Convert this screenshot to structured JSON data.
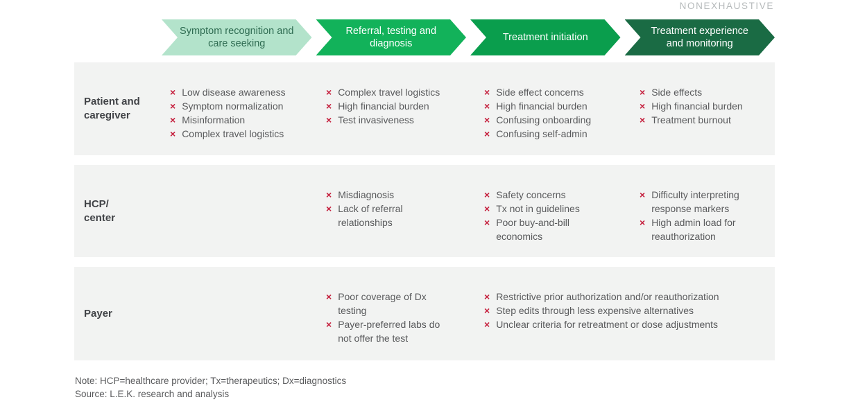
{
  "tag": "NONEXHAUSTIVE",
  "icons": {
    "x_mark": "×"
  },
  "colors": {
    "stage1_fill": "#b3e3cb",
    "stage1_text": "#2e6b51",
    "stage2_fill": "#12b25a",
    "stage3_fill": "#0a9e4d",
    "stage4_fill": "#1a6b44",
    "row_panel": "#f2f3f2",
    "x_mark": "#c5203e",
    "body_text": "#595a5c"
  },
  "stages": [
    {
      "label": "Symptom recognition and care seeking"
    },
    {
      "label": "Referral, testing and diagnosis"
    },
    {
      "label": "Treatment initiation"
    },
    {
      "label": "Treatment experience and monitoring"
    }
  ],
  "rows": [
    {
      "label": "Patient and\ncaregiver",
      "cells": [
        [
          "Low disease awareness",
          "Symptom normalization",
          "Misinformation",
          "Complex travel logistics"
        ],
        [
          "Complex travel logistics",
          "High financial burden",
          "Test invasiveness"
        ],
        [
          "Side effect concerns",
          "High financial burden",
          "Confusing onboarding",
          "Confusing self-admin"
        ],
        [
          "Side effects",
          "High financial burden",
          "Treatment burnout"
        ]
      ]
    },
    {
      "label": "HCP/\ncenter",
      "cells": [
        [],
        [
          "Misdiagnosis",
          "Lack of referral relationships"
        ],
        [
          "Safety concerns",
          "Tx not in guidelines",
          "Poor buy-and-bill economics"
        ],
        [
          "Difficulty interpreting response markers",
          "High admin load for reauthorization"
        ]
      ]
    },
    {
      "label": "Payer",
      "cells": [
        [],
        [
          "Poor coverage of Dx testing",
          "Payer-preferred labs do not offer the test"
        ],
        [
          "Restrictive prior authorization and/or reauthorization",
          "Step edits through less expensive alternatives",
          "Unclear criteria for retreatment or dose adjustments"
        ]
      ]
    }
  ],
  "footer": {
    "note": "Note: HCP=healthcare provider; Tx=therapeutics; Dx=diagnostics",
    "source": "Source: L.E.K. research and analysis"
  }
}
